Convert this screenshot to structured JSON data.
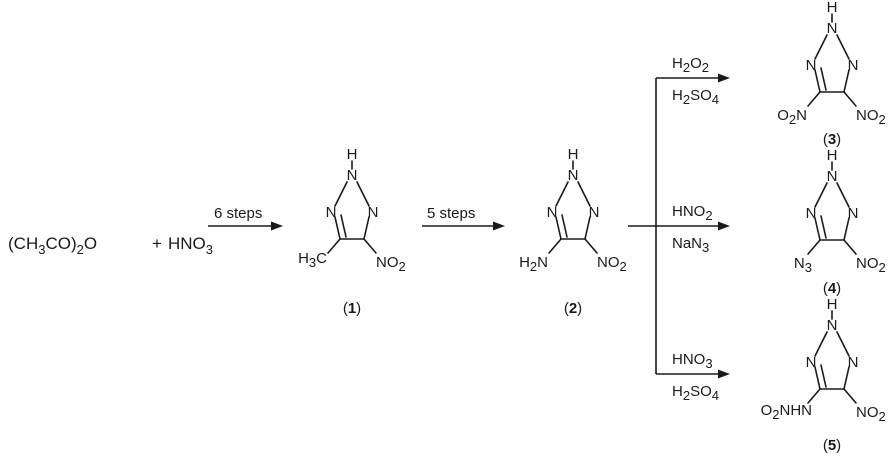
{
  "reactants": {
    "ac_p1": "(CH",
    "ac_s1": "3",
    "ac_p2": "CO)",
    "ac_s2": "2",
    "ac_p3": "O",
    "plus": "+",
    "nit_p1": "HNO",
    "nit_s1": "3"
  },
  "arrows": {
    "a1": "6 steps",
    "a2": "5 steps"
  },
  "ring": {
    "n": "N",
    "h": "H"
  },
  "c1": {
    "label": "1",
    "sub_left_p": "H",
    "sub_left_s": "3",
    "sub_left_q": "C",
    "sub_right_p": "NO",
    "sub_right_s": "2"
  },
  "c2": {
    "label": "2",
    "sub_left_p": "H",
    "sub_left_s": "2",
    "sub_left_q": "N",
    "sub_right_p": "NO",
    "sub_right_s": "2"
  },
  "c3": {
    "label": "3",
    "sub_left_p": "O",
    "sub_left_s": "2",
    "sub_left_q": "N",
    "sub_right_p": "NO",
    "sub_right_s": "2",
    "r1_p": "H",
    "r1_s": "2",
    "r1_q": "O",
    "r1_t": "2",
    "r2_p": "H",
    "r2_s": "2",
    "r2_q": "SO",
    "r2_t": "4"
  },
  "c4": {
    "label": "4",
    "sub_left_p": "N",
    "sub_left_s": "3",
    "sub_right_p": "NO",
    "sub_right_s": "2",
    "r1_p": "HNO",
    "r1_s": "2",
    "r2_p": "NaN",
    "r2_s": "3"
  },
  "c5": {
    "label": "5",
    "sub_left_p": "O",
    "sub_left_s": "2",
    "sub_left_q": "NHN",
    "sub_right_p": "NO",
    "sub_right_s": "2",
    "r1_p": "HNO",
    "r1_s": "3",
    "r2_p": "H",
    "r2_s": "2",
    "r2_q": "SO",
    "r2_t": "4"
  }
}
